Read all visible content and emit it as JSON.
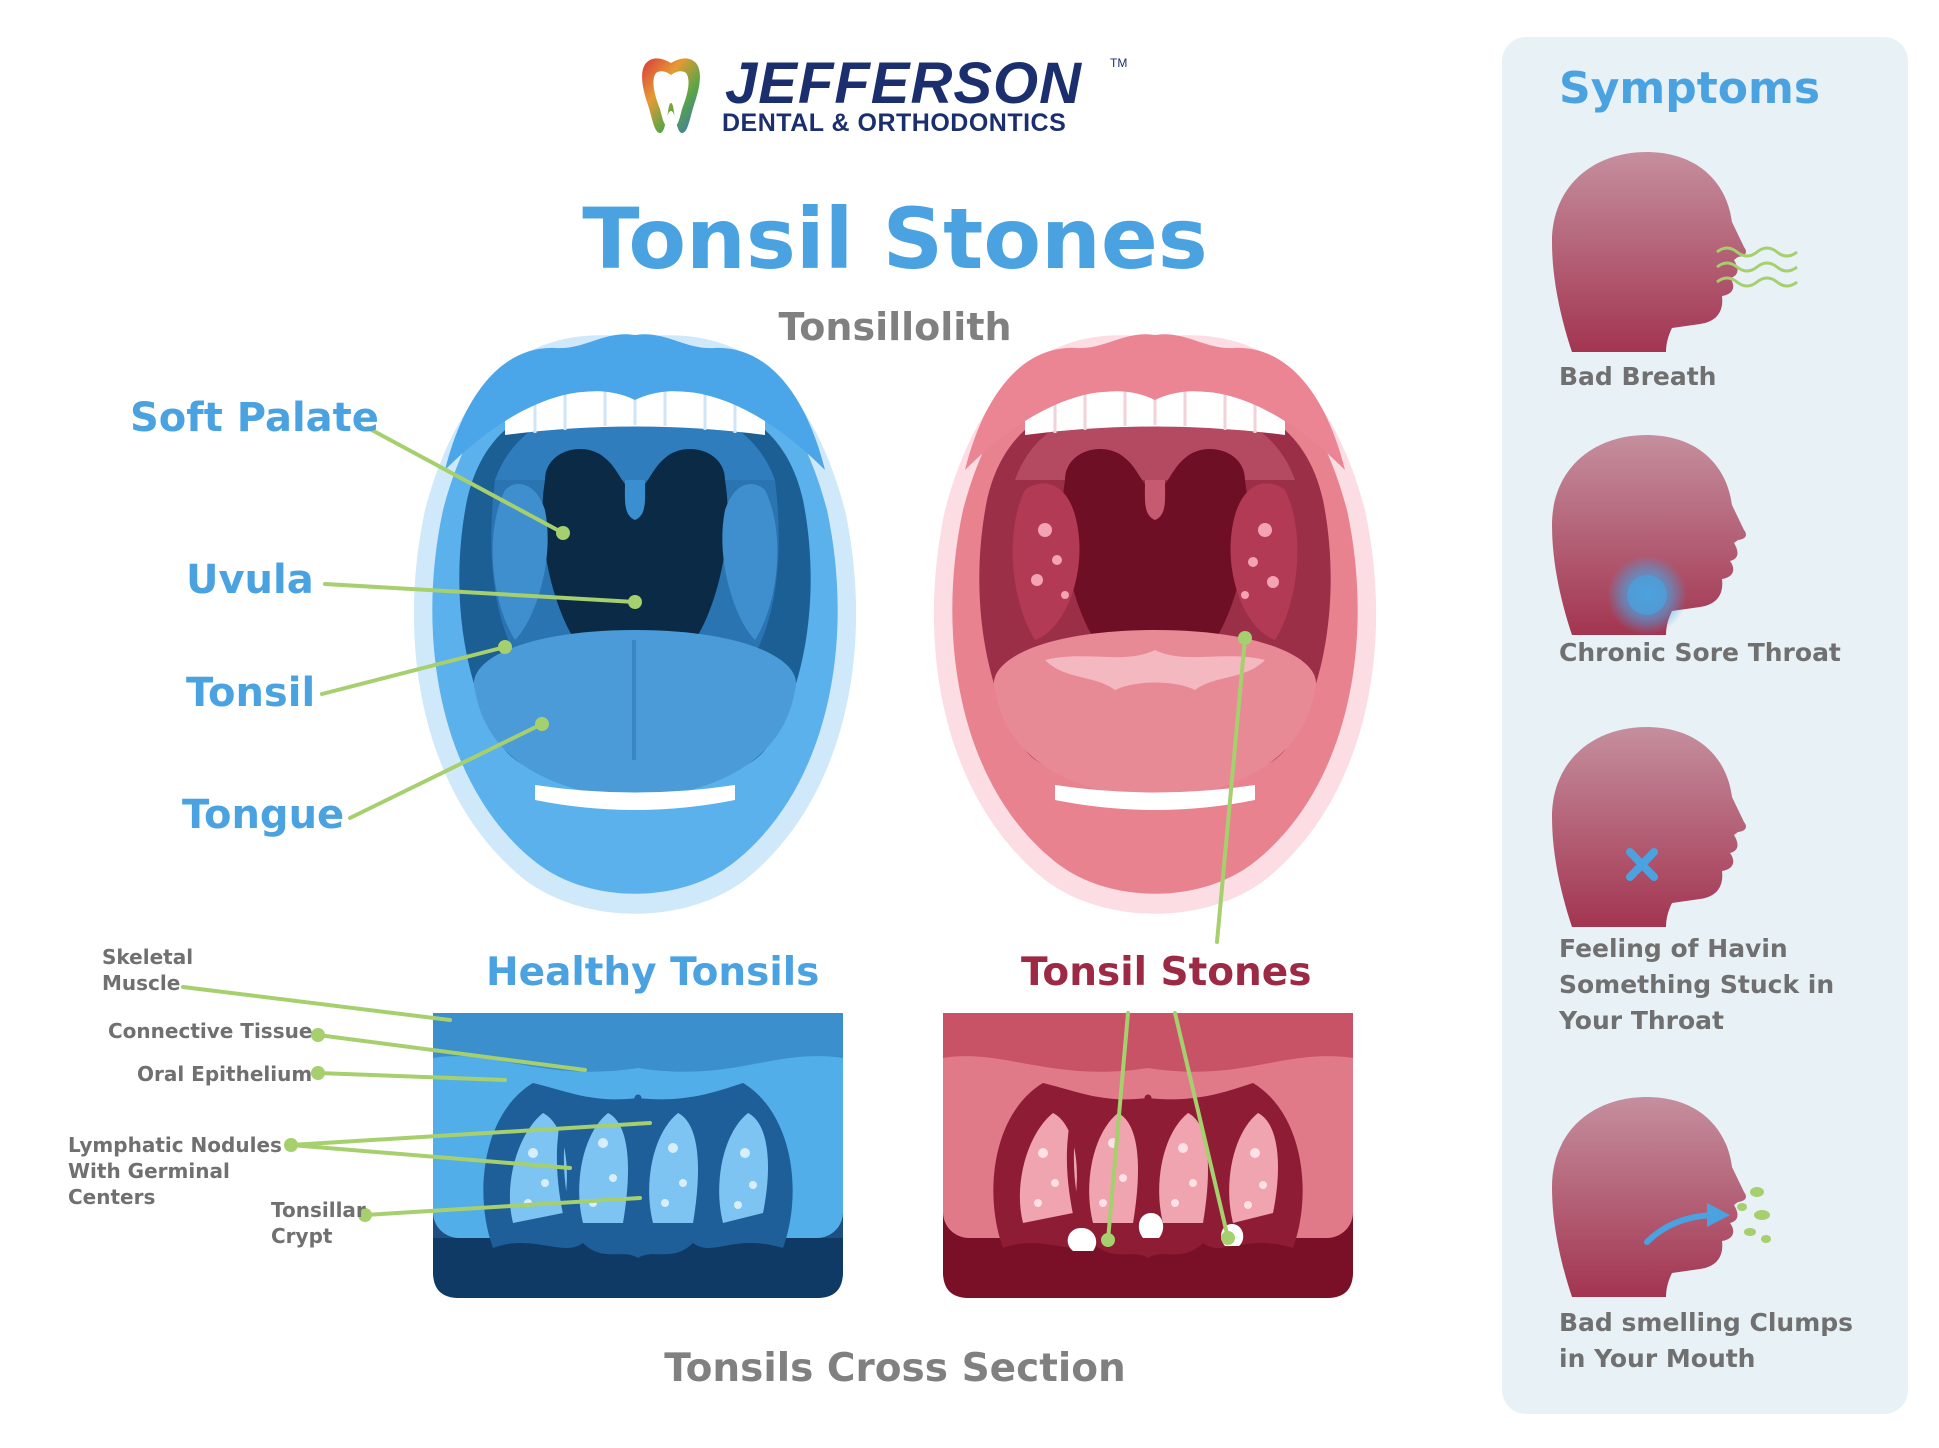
{
  "logo": {
    "name": "JEFFERSON",
    "tm": "TM",
    "subtitle": "DENTAL & ORTHODONTICS"
  },
  "title": "Tonsil Stones",
  "subtitle": "Tonsillolith",
  "mouth_labels": {
    "soft_palate": "Soft Palate",
    "uvula": "Uvula",
    "tonsil": "Tonsil",
    "tongue": "Tongue"
  },
  "cross_section": {
    "healthy_title": "Healthy Tonsils",
    "stones_title": "Tonsil Stones",
    "footer": "Tonsils Cross Section",
    "labels": {
      "skeletal_muscle": [
        "Skeletal",
        "Muscle"
      ],
      "connective_tissue": "Connective Tissue",
      "oral_epithelium": "Oral Epithelium",
      "lymphatic_nodules": [
        "Lymphatic Nodules",
        "With Germinal",
        "Centers"
      ],
      "tonsillar_crypt": [
        "Tonsillar",
        "Crypt"
      ]
    }
  },
  "symptoms": {
    "title": "Symptoms",
    "items": [
      {
        "lines": [
          "Bad Breath"
        ],
        "icon": "bad-breath-icon"
      },
      {
        "lines": [
          "Chronic Sore Throat"
        ],
        "icon": "sore-throat-icon"
      },
      {
        "lines": [
          "Feeling of Havin",
          "Something Stuck in",
          "Your Throat"
        ],
        "icon": "stuck-throat-icon"
      },
      {
        "lines": [
          "Bad smelling Clumps",
          "in Your Mouth"
        ],
        "icon": "clumps-icon"
      }
    ]
  },
  "colors": {
    "blue": "#4aa3e0",
    "red": "#9c2a45",
    "green_line": "#a6cf6e",
    "navy": "#1b2f6e",
    "gray": "#808080"
  }
}
